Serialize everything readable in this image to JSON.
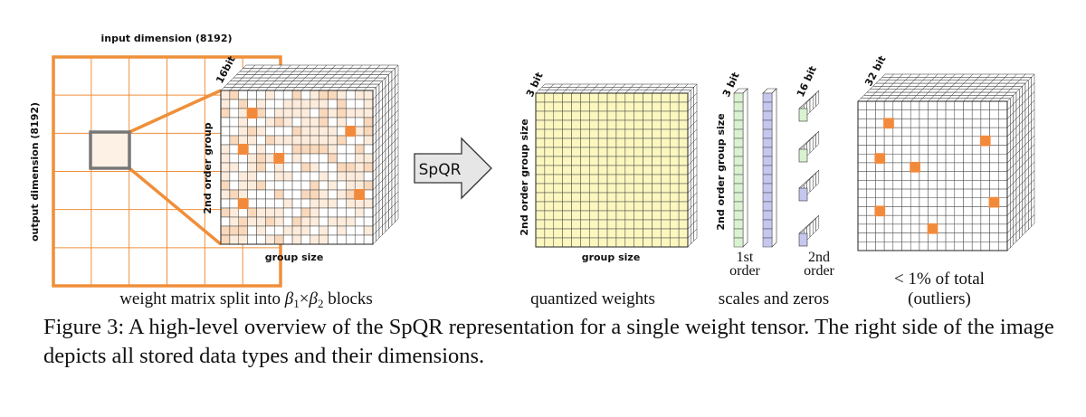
{
  "figure": {
    "input_dimension_label": "input dimension (8192)",
    "output_dimension_label": "output dimension (8192)",
    "block_bits_label": "16bit",
    "second_order_group_label": "2nd order group",
    "group_size_label": "group size",
    "split_caption_prefix": "weight matrix split into ",
    "split_beta1": "β",
    "split_sub1": "1",
    "split_times": "×",
    "split_beta2": "β",
    "split_sub2": "2",
    "split_caption_suffix": " blocks",
    "arrow_label": "SpQR",
    "quantized_bits_label": "3 bit",
    "quantized_axis_label": "2nd order group size",
    "quantized_group_size_label": "group size",
    "quantized_caption": "quantized weights",
    "scales_bits_label": "3 bit",
    "scales_axis_label": "2nd order group size",
    "first_order_line1": "1st",
    "first_order_line2": "order",
    "second_bits_label": "16 bit",
    "second_order_line1": "2nd",
    "second_order_line2": "order",
    "scales_caption": "scales and zeros",
    "outlier_bits_label": "32 bit",
    "outlier_caption_line1": "< 1% of total",
    "outlier_caption_line2": "(outliers)"
  },
  "caption": {
    "text": "Figure 3: A high-level overview of the SpQR representation for a single weight tensor. The right side of the image depicts all stored data types and their dimensions."
  },
  "colors": {
    "orange": "#ef8f3a",
    "outlier": "#f28a3c",
    "yellow_cell": "#fbf7bf",
    "green_cell": "#d9f2d0",
    "purple_cell": "#c5c7ee",
    "peach_light": "#fdecdc",
    "peach_mid": "#f9d8bb",
    "gray_box": "#777777"
  }
}
